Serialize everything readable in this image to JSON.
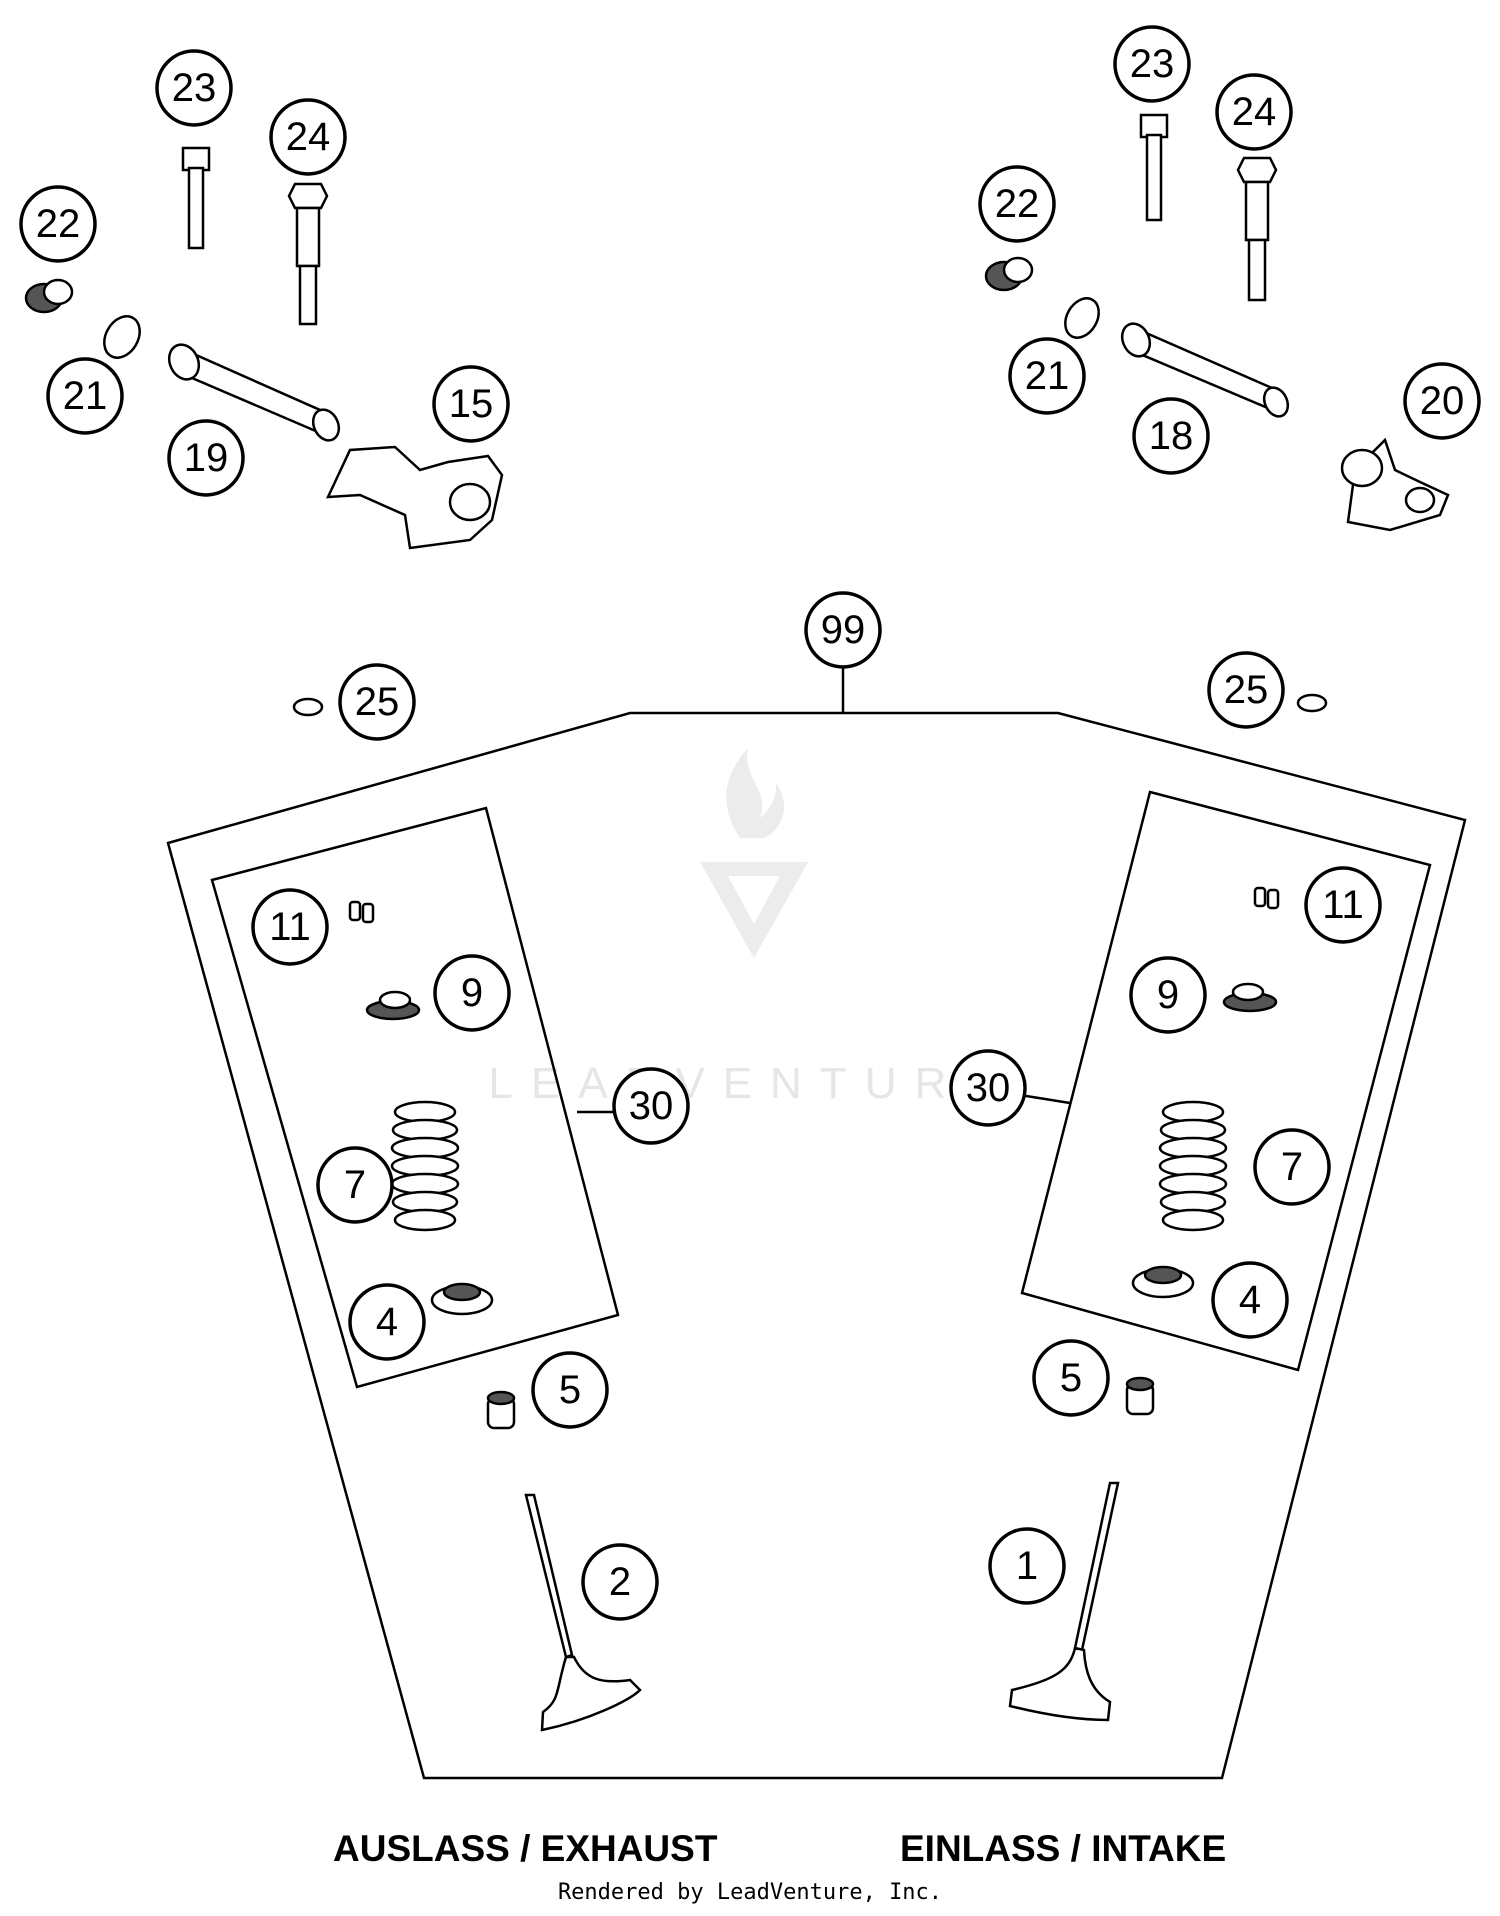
{
  "callouts": [
    {
      "id": "c23l",
      "label": "23"
    },
    {
      "id": "c24l",
      "label": "24"
    },
    {
      "id": "c22l",
      "label": "22"
    },
    {
      "id": "c21l",
      "label": "21"
    },
    {
      "id": "c19",
      "label": "19"
    },
    {
      "id": "c15",
      "label": "15"
    },
    {
      "id": "c23r",
      "label": "23"
    },
    {
      "id": "c24r",
      "label": "24"
    },
    {
      "id": "c22r",
      "label": "22"
    },
    {
      "id": "c21r",
      "label": "21"
    },
    {
      "id": "c18",
      "label": "18"
    },
    {
      "id": "c20",
      "label": "20"
    },
    {
      "id": "c99",
      "label": "99"
    },
    {
      "id": "c25l",
      "label": "25"
    },
    {
      "id": "c25r",
      "label": "25"
    },
    {
      "id": "c11l",
      "label": "11"
    },
    {
      "id": "c9l",
      "label": "9"
    },
    {
      "id": "c30l",
      "label": "30"
    },
    {
      "id": "c7l",
      "label": "7"
    },
    {
      "id": "c4l",
      "label": "4"
    },
    {
      "id": "c5l",
      "label": "5"
    },
    {
      "id": "c2",
      "label": "2"
    },
    {
      "id": "c11r",
      "label": "11"
    },
    {
      "id": "c9r",
      "label": "9"
    },
    {
      "id": "c30r",
      "label": "30"
    },
    {
      "id": "c7r",
      "label": "7"
    },
    {
      "id": "c4r",
      "label": "4"
    },
    {
      "id": "c5r",
      "label": "5"
    },
    {
      "id": "c1",
      "label": "1"
    }
  ],
  "labels": {
    "exhaust": "AUSLASS / EXHAUST",
    "intake": "EINLASS / INTAKE",
    "credit": "Rendered by LeadVenture, Inc."
  },
  "watermark": {
    "text": "LEADVENTURE"
  }
}
